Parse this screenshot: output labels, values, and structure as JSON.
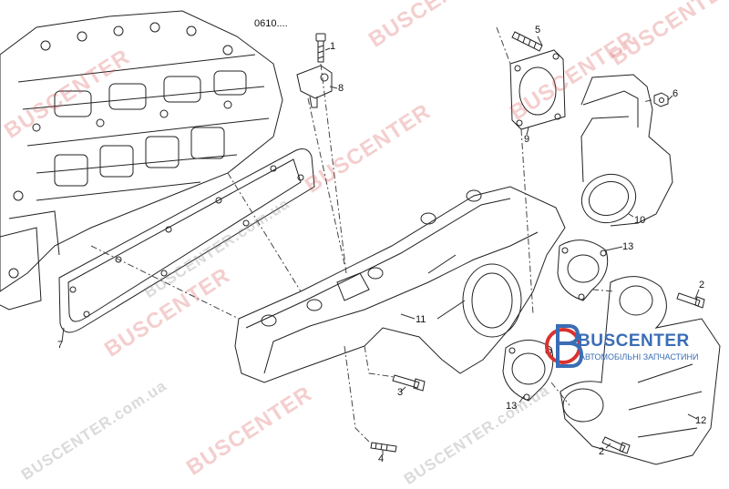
{
  "header": {
    "code": "0610...."
  },
  "callouts": [
    {
      "id": "1",
      "label": "1"
    },
    {
      "id": "8",
      "label": "8"
    },
    {
      "id": "5",
      "label": "5"
    },
    {
      "id": "6",
      "label": "6"
    },
    {
      "id": "9",
      "label": "9"
    },
    {
      "id": "10",
      "label": "10"
    },
    {
      "id": "13a",
      "label": "13"
    },
    {
      "id": "11",
      "label": "11"
    },
    {
      "id": "2a",
      "label": "2"
    },
    {
      "id": "7",
      "label": "7"
    },
    {
      "id": "3",
      "label": "3"
    },
    {
      "id": "13b",
      "label": "13"
    },
    {
      "id": "12",
      "label": "12"
    },
    {
      "id": "2b",
      "label": "2"
    },
    {
      "id": "4",
      "label": "4"
    }
  ],
  "watermark": {
    "brand": "BUSCENTER",
    "domain": "BUSCENTER.com.ua",
    "color": "#d65050"
  },
  "logo": {
    "title": "BUSCENTER",
    "subtitle": "АВТОМОБІЛЬНІ ЗАПЧАСТИНИ",
    "color": "#3a6db5",
    "accent": "#d9322e"
  }
}
